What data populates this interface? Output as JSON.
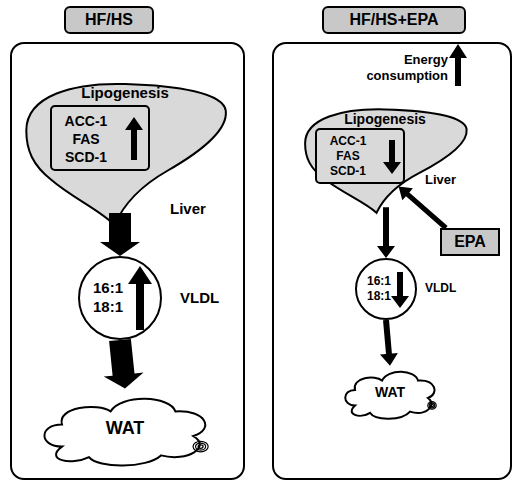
{
  "diagram": {
    "nodes": [
      {
        "text": [
          "HF/HS"
        ]
      },
      {
        "text": [
          "Lipogenesis",
          "Liver"
        ],
        "in": 0
      },
      {
        "text": [
          "ACC-1 FAS SCD-1"
        ],
        "in": 1
      },
      {
        "text": [
          "16:1 18:1",
          "VLDL"
        ],
        "in": 0
      },
      {
        "text": [
          "WAT"
        ],
        "in": 0
      },
      {
        "text": [
          "HF/HS+EPA",
          "Energy consumption"
        ]
      },
      {
        "text": [
          "Lipogenesis",
          "Liver"
        ],
        "in": 5
      },
      {
        "text": [
          "ACC-1 FAS SCD-1"
        ],
        "in": 6
      },
      {
        "text": [
          "EPA"
        ],
        "in": 5
      },
      {
        "text": [
          "16:1 18:1",
          "VLDL"
        ],
        "in": 5
      },
      {
        "text": [
          "WAT"
        ],
        "in": 5
      }
    ],
    "edges": [
      {
        "from": 1,
        "to": 3,
        "arrow": "to"
      },
      {
        "from": 3,
        "to": 4,
        "arrow": "to"
      },
      {
        "from": 6,
        "to": 9,
        "arrow": "to"
      },
      {
        "from": 9,
        "to": 10,
        "arrow": "to"
      },
      {
        "from": 8,
        "to": 6,
        "arrow": "to"
      }
    ]
  }
}
